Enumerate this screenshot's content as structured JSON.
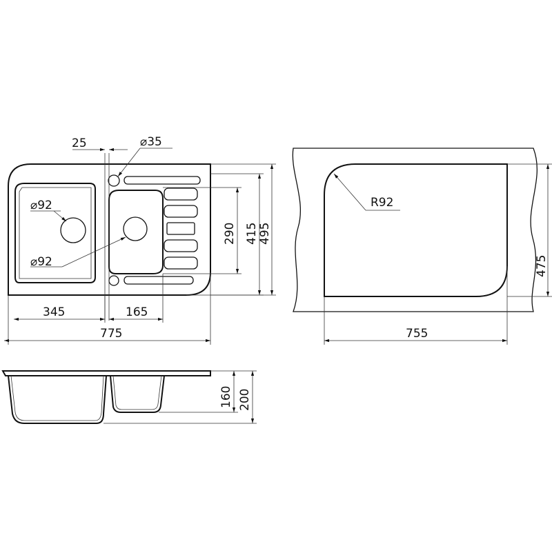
{
  "colors": {
    "ink": "#111111",
    "background": "#ffffff"
  },
  "top_view": {
    "dim_overall_width": "775",
    "dim_left_bowl": "345",
    "dim_right_bowl": "165",
    "dim_tap_offset": "25",
    "dim_tap_hole": "⌀35",
    "dim_drain_left": "⌀92",
    "dim_drain_right": "⌀92",
    "dim_bowl_depth": "290",
    "dim_inner_depth": "415",
    "dim_overall_depth": "495"
  },
  "cutout_view": {
    "dim_width": "755",
    "dim_depth": "475",
    "dim_radius": "R92"
  },
  "side_view": {
    "dim_bowl_height": "160",
    "dim_total_height": "200"
  }
}
